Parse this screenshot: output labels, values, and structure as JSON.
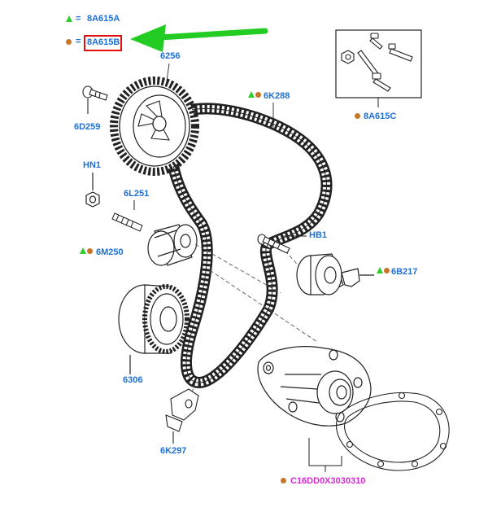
{
  "legend": {
    "triangle_code": "8A615A",
    "circle_code": "8A615B",
    "equals": "="
  },
  "parts": {
    "camshaft_sprocket": "6256",
    "sprocket_bolt": "6D259",
    "timing_belt": "6K288",
    "bolt_kit": "8A615C",
    "nut": "HN1",
    "stud": "6L251",
    "idler_pulley": "6M250",
    "tensioner_bolt": "HB1",
    "tensioner": "6B217",
    "crank_sprocket": "6306",
    "belt_guide": "6K297",
    "water_pump_kit": "C16DD0X3030310"
  },
  "colors": {
    "label_blue": "#1f6fd1",
    "marker_green": "#2ecc2e",
    "marker_orange": "#c8762a",
    "highlight_red": "#e01010",
    "arrow_green": "#22cc22",
    "kit_magenta": "#d62ad6"
  }
}
